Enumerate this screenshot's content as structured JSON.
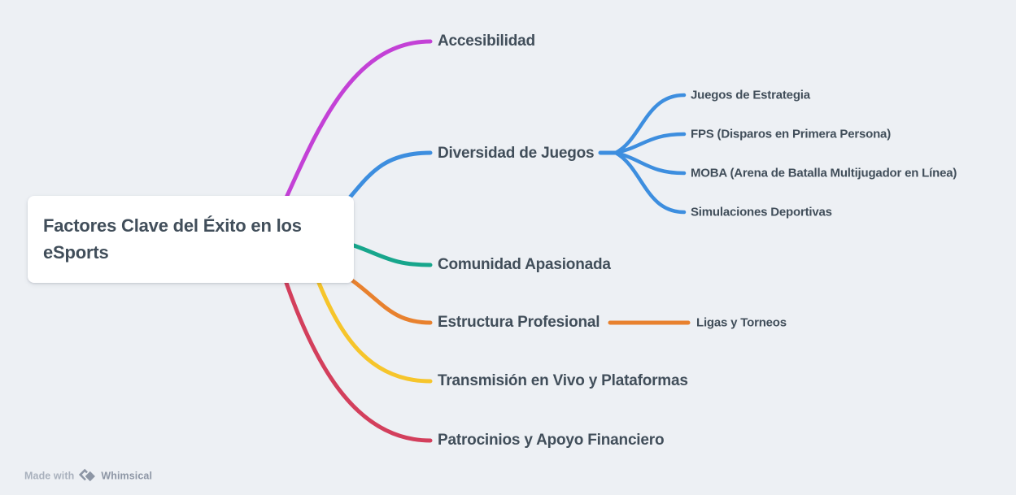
{
  "canvas": {
    "background": "#edf0f4",
    "text_color": "#414e5a"
  },
  "root": {
    "label": "Factores Clave del Éxito en los eSports"
  },
  "branches": [
    {
      "label": "Accesibilidad",
      "color": "#c341d6",
      "children": []
    },
    {
      "label": "Diversidad de Juegos",
      "color": "#3d8edf",
      "children": [
        {
          "label": "Juegos de Estrategia"
        },
        {
          "label": "FPS (Disparos en Primera Persona)"
        },
        {
          "label": "MOBA (Arena de Batalla Multijugador en Línea)"
        },
        {
          "label": "Simulaciones Deportivas"
        }
      ]
    },
    {
      "label": "Comunidad Apasionada",
      "color": "#17a68c",
      "children": []
    },
    {
      "label": "Estructura Profesional",
      "color": "#e8812e",
      "children": [
        {
          "label": "Ligas y Torneos"
        }
      ]
    },
    {
      "label": "Transmisión en Vivo y Plataformas",
      "color": "#f6c52b",
      "children": []
    },
    {
      "label": "Patrocinios y Apoyo Financiero",
      "color": "#d33f5c",
      "children": []
    }
  ],
  "watermark": {
    "prefix": "Made with",
    "brand": "Whimsical",
    "logo_color": "#8d96a5"
  }
}
